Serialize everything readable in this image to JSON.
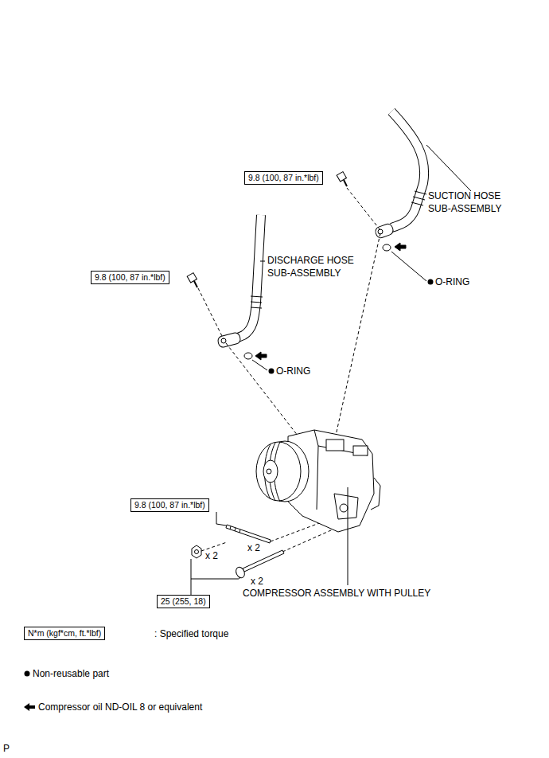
{
  "diagram": {
    "nodes": [
      {
        "text": [
          "9.8 (100, 87 in.*lbf)"
        ]
      },
      {
        "text": [
          "9.8 (100, 87 in.*lbf)"
        ]
      },
      {
        "text": [
          "9.8 (100, 87 in.*lbf)"
        ]
      },
      {
        "text": [
          "25 (255, 18)"
        ]
      },
      {
        "text": [
          "N*m (kgf*cm, ft.*lbf)"
        ]
      }
    ],
    "labels": [
      "SUCTION HOSE SUB-ASSEMBLY",
      "O-RING",
      "DISCHARGE HOSE SUB-ASSEMBLY",
      "O-RING",
      "x 2",
      "x 2",
      "x 2",
      "COMPRESSOR ASSEMBLY WITH PULLEY",
      "P"
    ],
    "legend": [
      {
        "text": ": Specified torque"
      },
      {
        "text": "Non-reusable part"
      },
      {
        "text": "Compressor oil ND-OIL 8 or equivalent"
      }
    ]
  }
}
